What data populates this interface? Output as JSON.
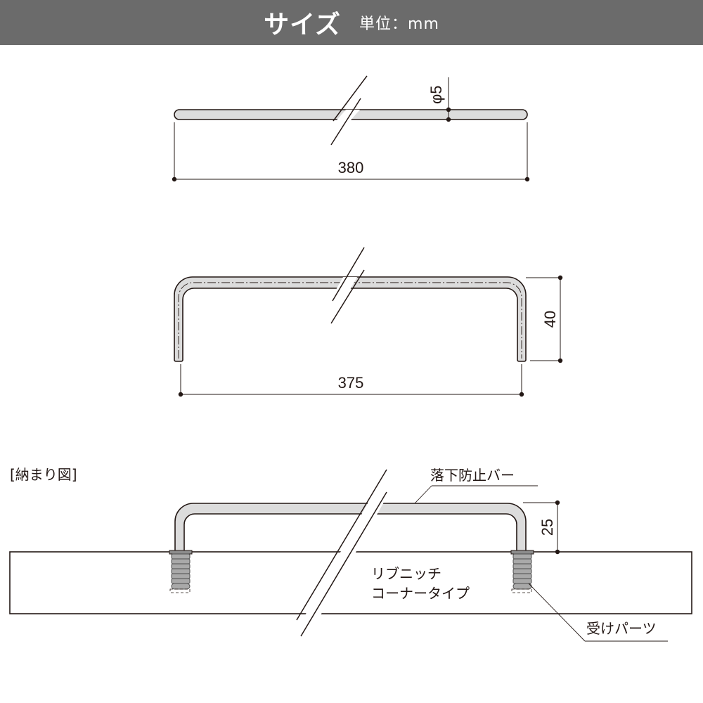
{
  "header": {
    "title": "サイズ",
    "unit_label": "単位：mm",
    "background_color": "#6b6b6b"
  },
  "figure_straight_bar": {
    "length_label": "380",
    "diameter_label": "φ5"
  },
  "figure_u_bar": {
    "width_label": "375",
    "height_label": "40"
  },
  "figure_installation": {
    "section_title": "[納まり図]",
    "bar_callout": "落下防止バー",
    "height_label": "25",
    "shelf_label_line1": "リブニッチ",
    "shelf_label_line2": "コーナータイプ",
    "receiver_callout": "受けパーツ"
  },
  "colors": {
    "bar_fill": "#dcdcdc",
    "line": "#231815",
    "receiver_fill": "#a9a9a9"
  }
}
